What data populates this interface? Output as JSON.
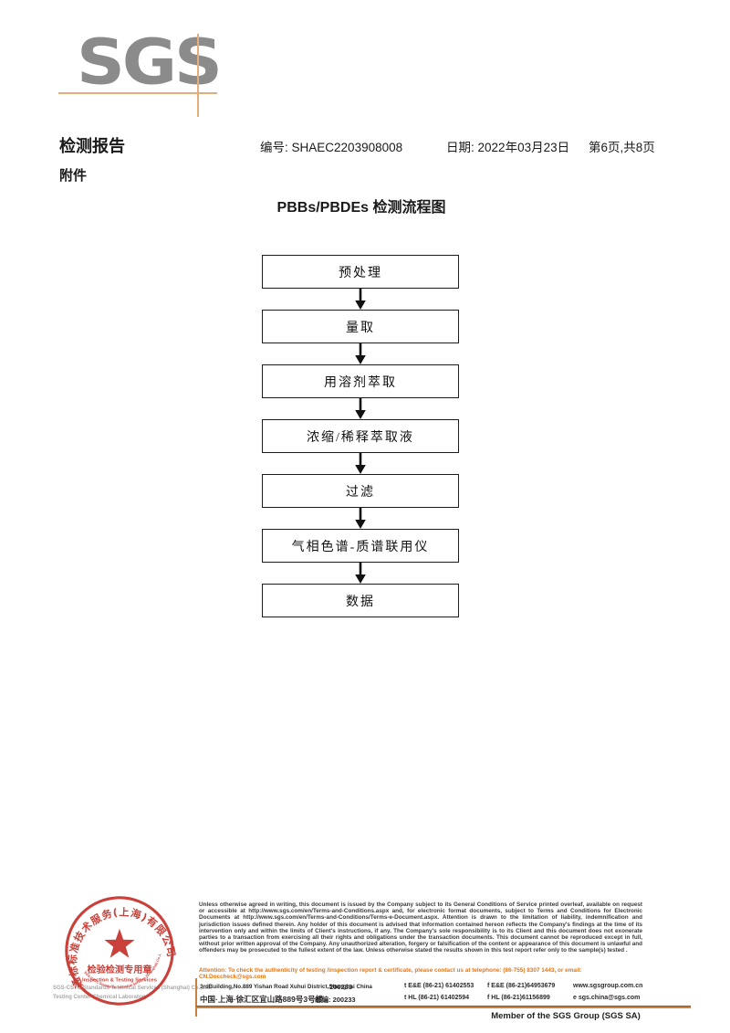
{
  "logo": {
    "text": "SGS",
    "gray": "#8b8b8b",
    "line_color": "#e6ac79"
  },
  "header": {
    "title": "检测报告",
    "report_no_label": "编号:",
    "report_no": "SHAEC2203908008",
    "date_label": "日期:",
    "date": "2022年03月23日",
    "page_info": "第6页,共8页",
    "attachment": "附件"
  },
  "flowchart": {
    "title": "PBBs/PBDEs 检测流程图",
    "steps": [
      "预处理",
      "量取",
      "用溶剂萃取",
      "浓缩/稀释萃取液",
      "过滤",
      "气相色谱-质谱联用仪",
      "数据"
    ]
  },
  "stamp": {
    "arc_text": "通标标准技术服务(上海)有限公司",
    "bottom_arc_text": "SGS-CSTC Standards Technical Services (Shanghai) Co.,Ltd.",
    "line1": "检验检测专用章",
    "line2": "Inspection & Testing Services",
    "color": "#c5332c"
  },
  "company": {
    "line1": "SGS-CSTC Standards Technical Services (Shanghai) Co.,Ltd.",
    "line2": "Testing Center-Chemical Laboratory"
  },
  "footer": {
    "disclaimer": "Unless otherwise agreed in writing, this document is issued by the Company subject to its General Conditions of Service printed overleaf, available on request or accessible at http://www.sgs.com/en/Terms-and-Conditions.aspx and, for electronic format documents, subject to Terms and Conditions for Electronic Documents at http://www.sgs.com/en/Terms-and-Conditions/Terms-e-Document.aspx. Attention is drawn to the limitation of liability, indemnification and jurisdiction issues defined therein. Any holder of this document is advised that information contained hereon reflects the Company's findings at the time of its intervention only and within the limits of Client's instructions, if any. The Company's sole responsibility is to its Client and this document does not exonerate parties to a transaction from exercising all their rights and obligations under the transaction documents. This document cannot be reproduced except in full, without prior written approval of the Company. Any unauthorized alteration, forgery or falsification of the content or appearance of this document is unlawful and offenders may be prosecuted to the fullest extent of the law. Unless otherwise stated the results shown in this test report refer only to the sample(s) tested .",
    "attention": "Attention: To check the authenticity of testing /inspection report & certificate, please contact us at telephone: (86-755) 8307 1443, or email: CN.Doccheck@sgs.com",
    "address_en": "3rdBuilding,No.889 Yishan Road Xuhui District,Shanghai China",
    "postcode_en": "200233",
    "address_cn": "中国·上海·徐汇区宜山路889号3号楼",
    "postcode_cn": "邮编: 200233",
    "tel1": "t E&E (86-21) 61402553",
    "fax1": "f E&E (86-21)64953679",
    "web": "www.sgsgroup.com.cn",
    "tel2": "t HL (86-21) 61402594",
    "fax2": "f HL (86-21)61156899",
    "email": "e  sgs.china@sgs.com",
    "member": "Member of the SGS Group (SGS SA)",
    "accent": "#c8813f",
    "attention_color": "#e87511"
  }
}
